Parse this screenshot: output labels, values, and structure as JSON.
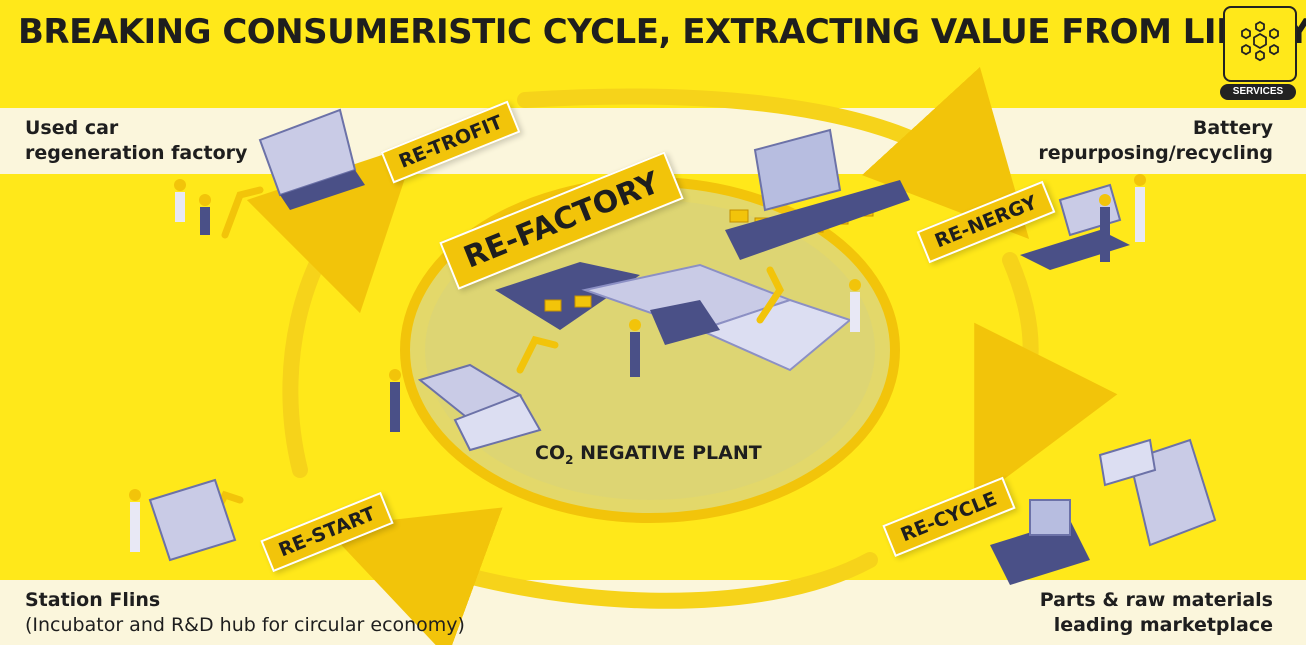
{
  "title": "BREAKING CONSUMERISTIC CYCLE, EXTRACTING VALUE FROM LIFECYCLE",
  "services_badge": {
    "label": "SERVICES",
    "icon": "network-hub-icon"
  },
  "center": {
    "tag": "RE-FACTORY",
    "plant_label": "CO",
    "plant_label_sub": "2",
    "plant_label_rest": " NEGATIVE PLANT"
  },
  "stages": {
    "retrofit": "RE-TROFIT",
    "renergy": "RE-NERGY",
    "recycle": "RE-CYCLE",
    "restart": "RE-START"
  },
  "corners": {
    "top_left": {
      "line1": "Used car",
      "line2": "regeneration factory"
    },
    "top_right": {
      "line1": "Battery",
      "line2": "repurposing/recycling"
    },
    "bottom_left": {
      "line1": "Station Flins",
      "line2": "(Incubator and R&D hub for circular economy)"
    },
    "bottom_right": {
      "line1": "Parts & raw materials",
      "line2": "leading marketplace"
    }
  },
  "colors": {
    "background": "#ffe81a",
    "tag": "#f2c40a",
    "band": "#fbf6dc",
    "text": "#1e1e1e",
    "machine": "#4a5087"
  }
}
